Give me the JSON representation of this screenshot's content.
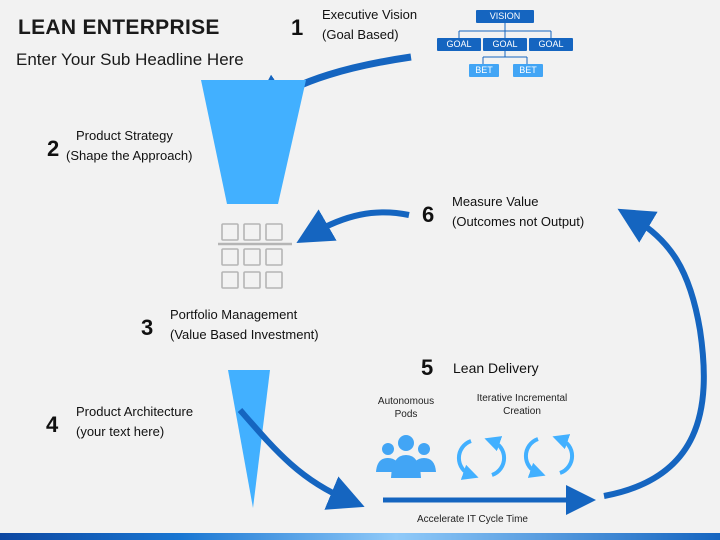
{
  "header": {
    "title": "LEAN ENTERPRISE",
    "subtitle": "Enter Your Sub Headline Here"
  },
  "steps": [
    {
      "number": "1",
      "line1": "Executive Vision",
      "line2": "(Goal Based)"
    },
    {
      "number": "2",
      "line1": "Product Strategy",
      "line2": "(Shape the Approach)"
    },
    {
      "number": "3",
      "line1": "Portfolio Management",
      "line2": "(Value Based Investment)"
    },
    {
      "number": "4",
      "line1": "Product Architecture",
      "line2": "(your text here)"
    },
    {
      "number": "5",
      "line1": "Lean Delivery"
    },
    {
      "number": "6",
      "line1": "Measure Value",
      "line2": "(Outcomes not Output)"
    }
  ],
  "hierarchy": {
    "vision": "VISION",
    "goals": [
      "GOAL",
      "GOAL",
      "GOAL"
    ],
    "bets": [
      "BET",
      "BET"
    ]
  },
  "delivery": {
    "pods_line1": "Autonomous",
    "pods_line2": "Pods",
    "iterative_line1": "Iterative Incremental",
    "iterative_line2": "Creation",
    "accelerate": "Accelerate IT Cycle Time"
  },
  "colors": {
    "arrow": "#1565c0",
    "funnel": "#42b0ff",
    "node_dark": "#1565c0",
    "node_light": "#42a5f5",
    "grid_gray": "#b5b5b5"
  }
}
